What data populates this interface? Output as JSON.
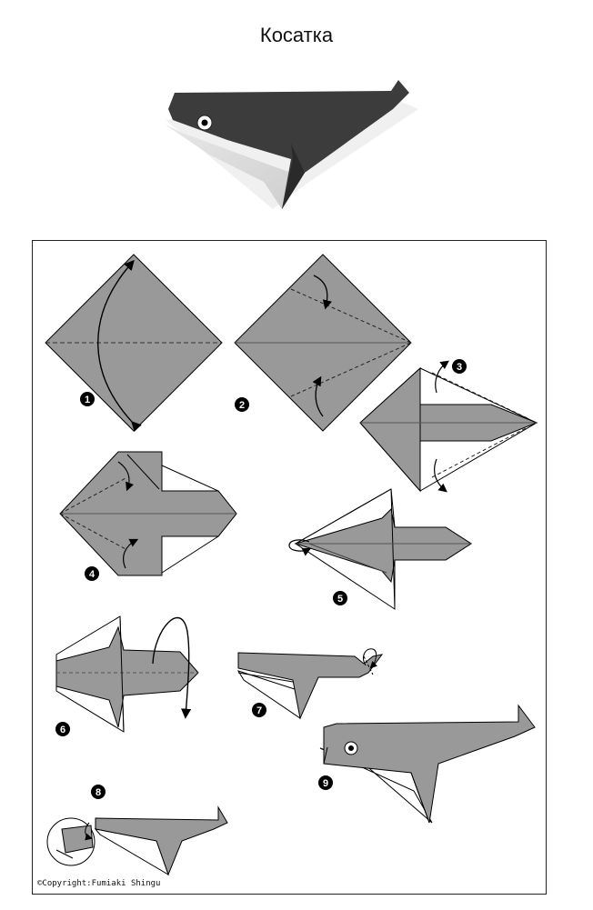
{
  "title": "Косатка",
  "copyright": "©Copyright:Fumiaki Shingu",
  "steps": [
    {
      "label": "1"
    },
    {
      "label": "2"
    },
    {
      "label": "3"
    },
    {
      "label": "4"
    },
    {
      "label": "5"
    },
    {
      "label": "6"
    },
    {
      "label": "7"
    },
    {
      "label": "8"
    },
    {
      "label": "9"
    }
  ],
  "colors": {
    "paper_gray": "#9a9a9a",
    "photo_dark": "#3e3e3e",
    "photo_light": "#f2f2f2",
    "line": "#000000"
  }
}
